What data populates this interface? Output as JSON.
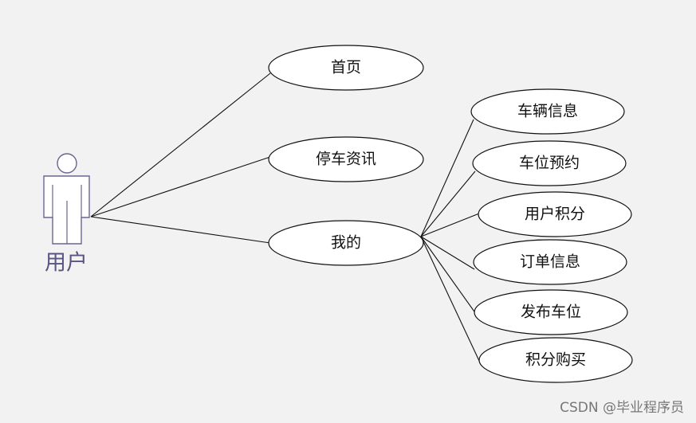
{
  "actor": {
    "label": "用户"
  },
  "top_use_cases": [
    "首页",
    "停车资讯",
    "我的"
  ],
  "sub_use_cases": [
    "车辆信息",
    "车位预约",
    "用户积分",
    "订单信息",
    "发布车位",
    "积分购买"
  ],
  "colors": {
    "background": "#f2f2f2",
    "actor": "#5a5483",
    "outline": "#111111"
  },
  "watermark": "CSDN @毕业程序员"
}
